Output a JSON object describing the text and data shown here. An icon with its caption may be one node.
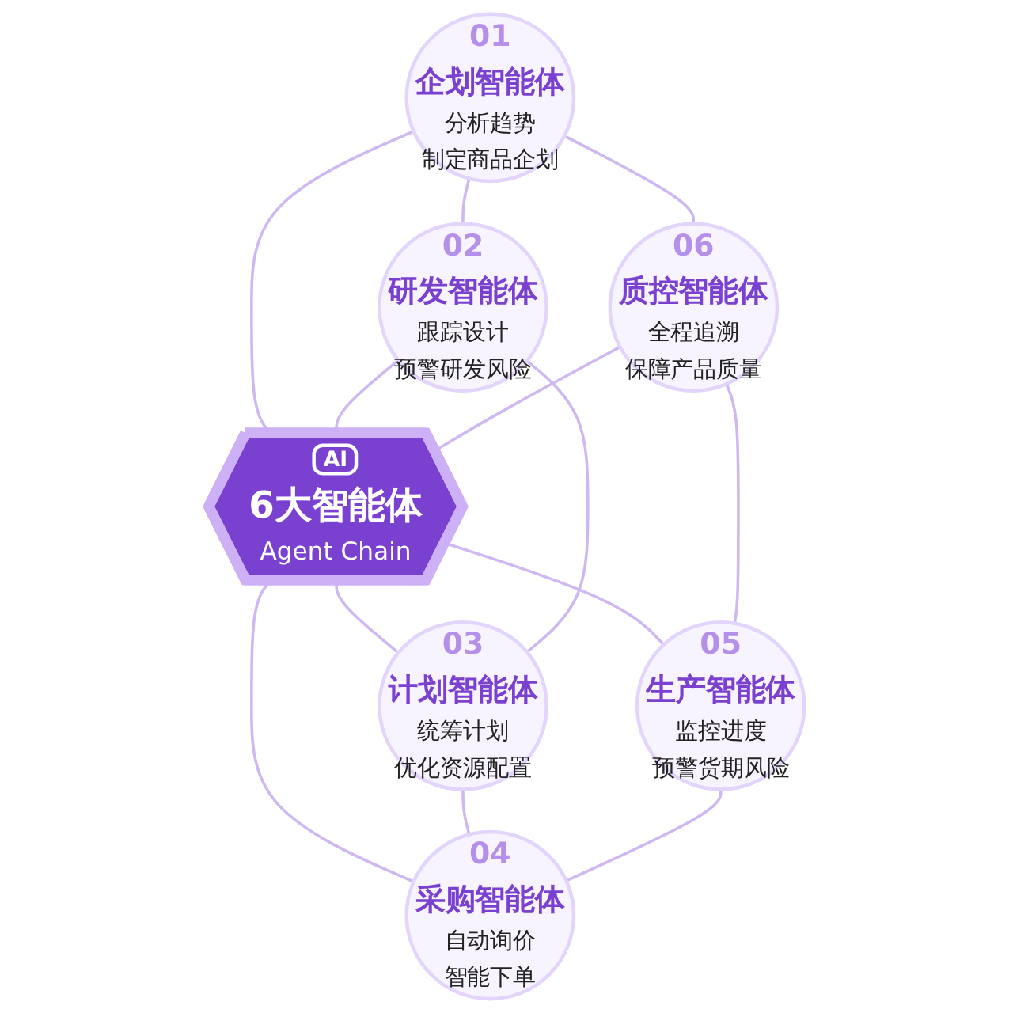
{
  "diagram": {
    "nodes": [
      {
        "text": [
          "AI",
          "6大智能体",
          "Agent Chain"
        ]
      },
      {
        "text": [
          "01",
          "企划智能体",
          "分析趋势",
          "制定商品企划"
        ]
      },
      {
        "text": [
          "02",
          "研发智能体",
          "跟踪设计",
          "预警研发风险"
        ]
      },
      {
        "text": [
          "03",
          "计划智能体",
          "统筹计划",
          "优化资源配置"
        ]
      },
      {
        "text": [
          "04",
          "采购智能体",
          "自动询价",
          "智能下单"
        ]
      },
      {
        "text": [
          "05",
          "生产智能体",
          "监控进度",
          "预警货期风险"
        ]
      },
      {
        "text": [
          "06",
          "质控智能体",
          "全程追溯",
          "保障产品质量"
        ]
      }
    ],
    "edges": [
      {
        "from": 1,
        "to": 0,
        "arrow": "none"
      },
      {
        "from": 2,
        "to": 0,
        "arrow": "none"
      },
      {
        "from": 0,
        "to": 3,
        "arrow": "none"
      },
      {
        "from": 0,
        "to": 4,
        "arrow": "none"
      },
      {
        "from": 0,
        "to": 5,
        "arrow": "none"
      },
      {
        "from": 6,
        "to": 0,
        "arrow": "none"
      },
      {
        "from": 1,
        "to": 2,
        "arrow": "none"
      },
      {
        "from": 2,
        "to": 3,
        "arrow": "none"
      },
      {
        "from": 3,
        "to": 4,
        "arrow": "none"
      },
      {
        "from": 5,
        "to": 4,
        "arrow": "none"
      },
      {
        "from": 6,
        "to": 5,
        "arrow": "none"
      },
      {
        "from": 1,
        "to": 6,
        "arrow": "none"
      }
    ]
  }
}
